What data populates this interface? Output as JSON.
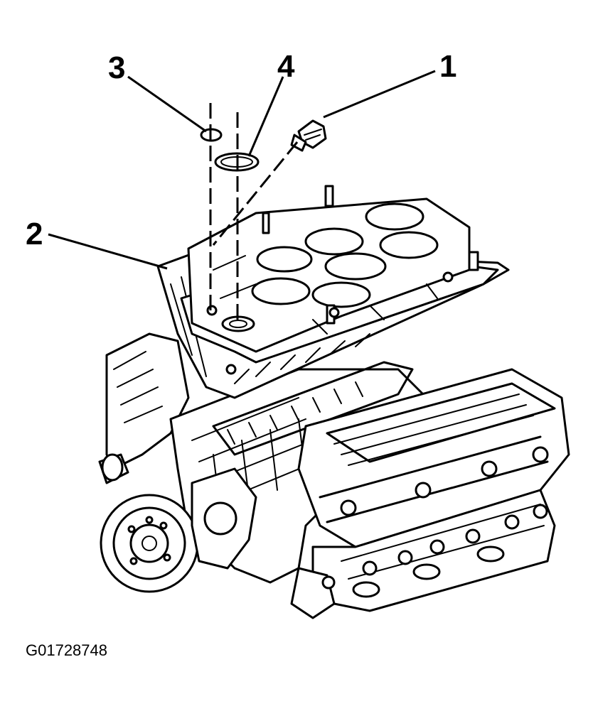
{
  "figure": {
    "id_text": "G01728748"
  },
  "callouts": [
    {
      "label": "1"
    },
    {
      "label": "2"
    },
    {
      "label": "3"
    },
    {
      "label": "4"
    }
  ]
}
